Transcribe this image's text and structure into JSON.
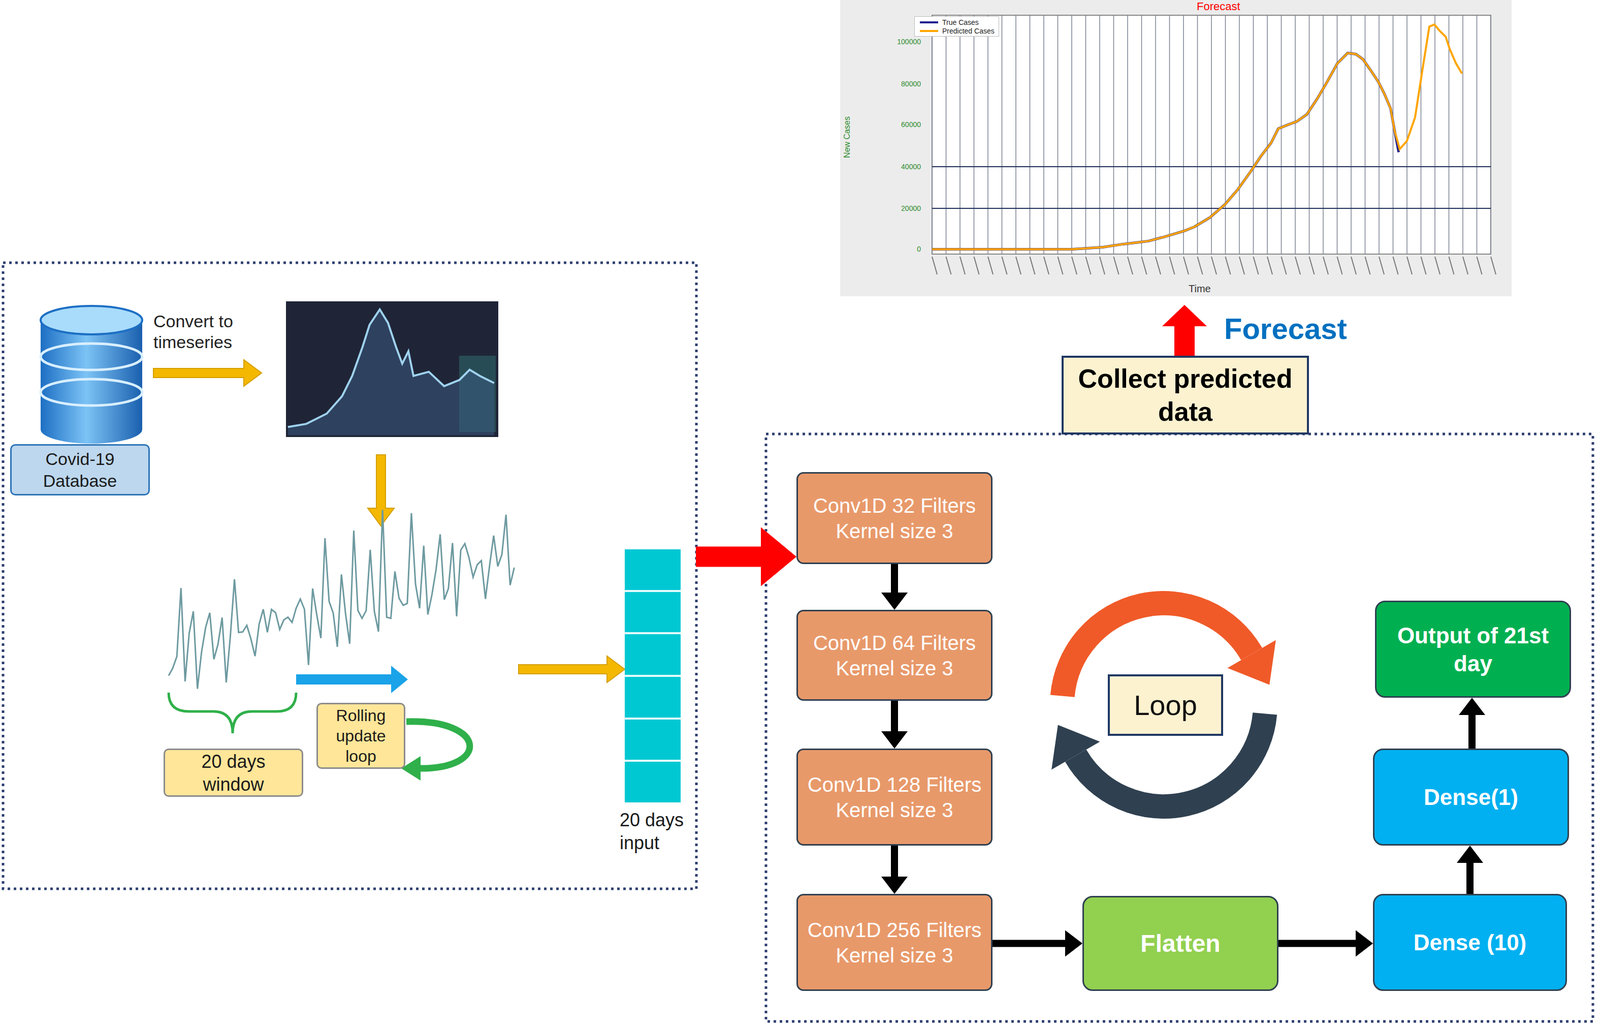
{
  "diagram": {
    "nodes": [
      {
        "text": [
          "Covid-19 Database"
        ]
      },
      {
        "text": [
          "20 days window"
        ]
      },
      {
        "text": [
          "Rolling update loop"
        ]
      },
      {
        "text": [
          "20 days input"
        ]
      },
      {
        "text": [
          "Conv1D 32 Filters Kernel size 3"
        ]
      },
      {
        "text": [
          "Conv1D 64 Filters Kernel size 3"
        ]
      },
      {
        "text": [
          "Conv1D 128 Filters Kernel size 3"
        ]
      },
      {
        "text": [
          "Conv1D 256 Filters Kernel size 3"
        ]
      },
      {
        "text": [
          "Flatten"
        ]
      },
      {
        "text": [
          "Dense (10)"
        ]
      },
      {
        "text": [
          "Dense(1)"
        ]
      },
      {
        "text": [
          "Output of 21st day"
        ]
      },
      {
        "text": [
          "Loop"
        ]
      },
      {
        "text": [
          "Collect predicted data"
        ]
      }
    ],
    "edges": [
      {
        "from": 3,
        "to": 4,
        "arrow": "to"
      },
      {
        "from": 4,
        "to": 5,
        "arrow": "to"
      },
      {
        "from": 5,
        "to": 6,
        "arrow": "to"
      },
      {
        "from": 6,
        "to": 7,
        "arrow": "to"
      },
      {
        "from": 7,
        "to": 8,
        "arrow": "to"
      },
      {
        "from": 8,
        "to": 9,
        "arrow": "to"
      },
      {
        "from": 9,
        "to": 10,
        "arrow": "to"
      },
      {
        "from": 10,
        "to": 11,
        "arrow": "to"
      }
    ],
    "labels": [
      "Forecast",
      "New Cases",
      "0",
      "20000",
      "40000",
      "60000",
      "80000",
      "100000",
      "Time",
      "Forecast",
      "Convert to timeseries"
    ],
    "legend": [
      {
        "text": "True Cases"
      },
      {
        "text": "Predicted Cases"
      }
    ]
  }
}
